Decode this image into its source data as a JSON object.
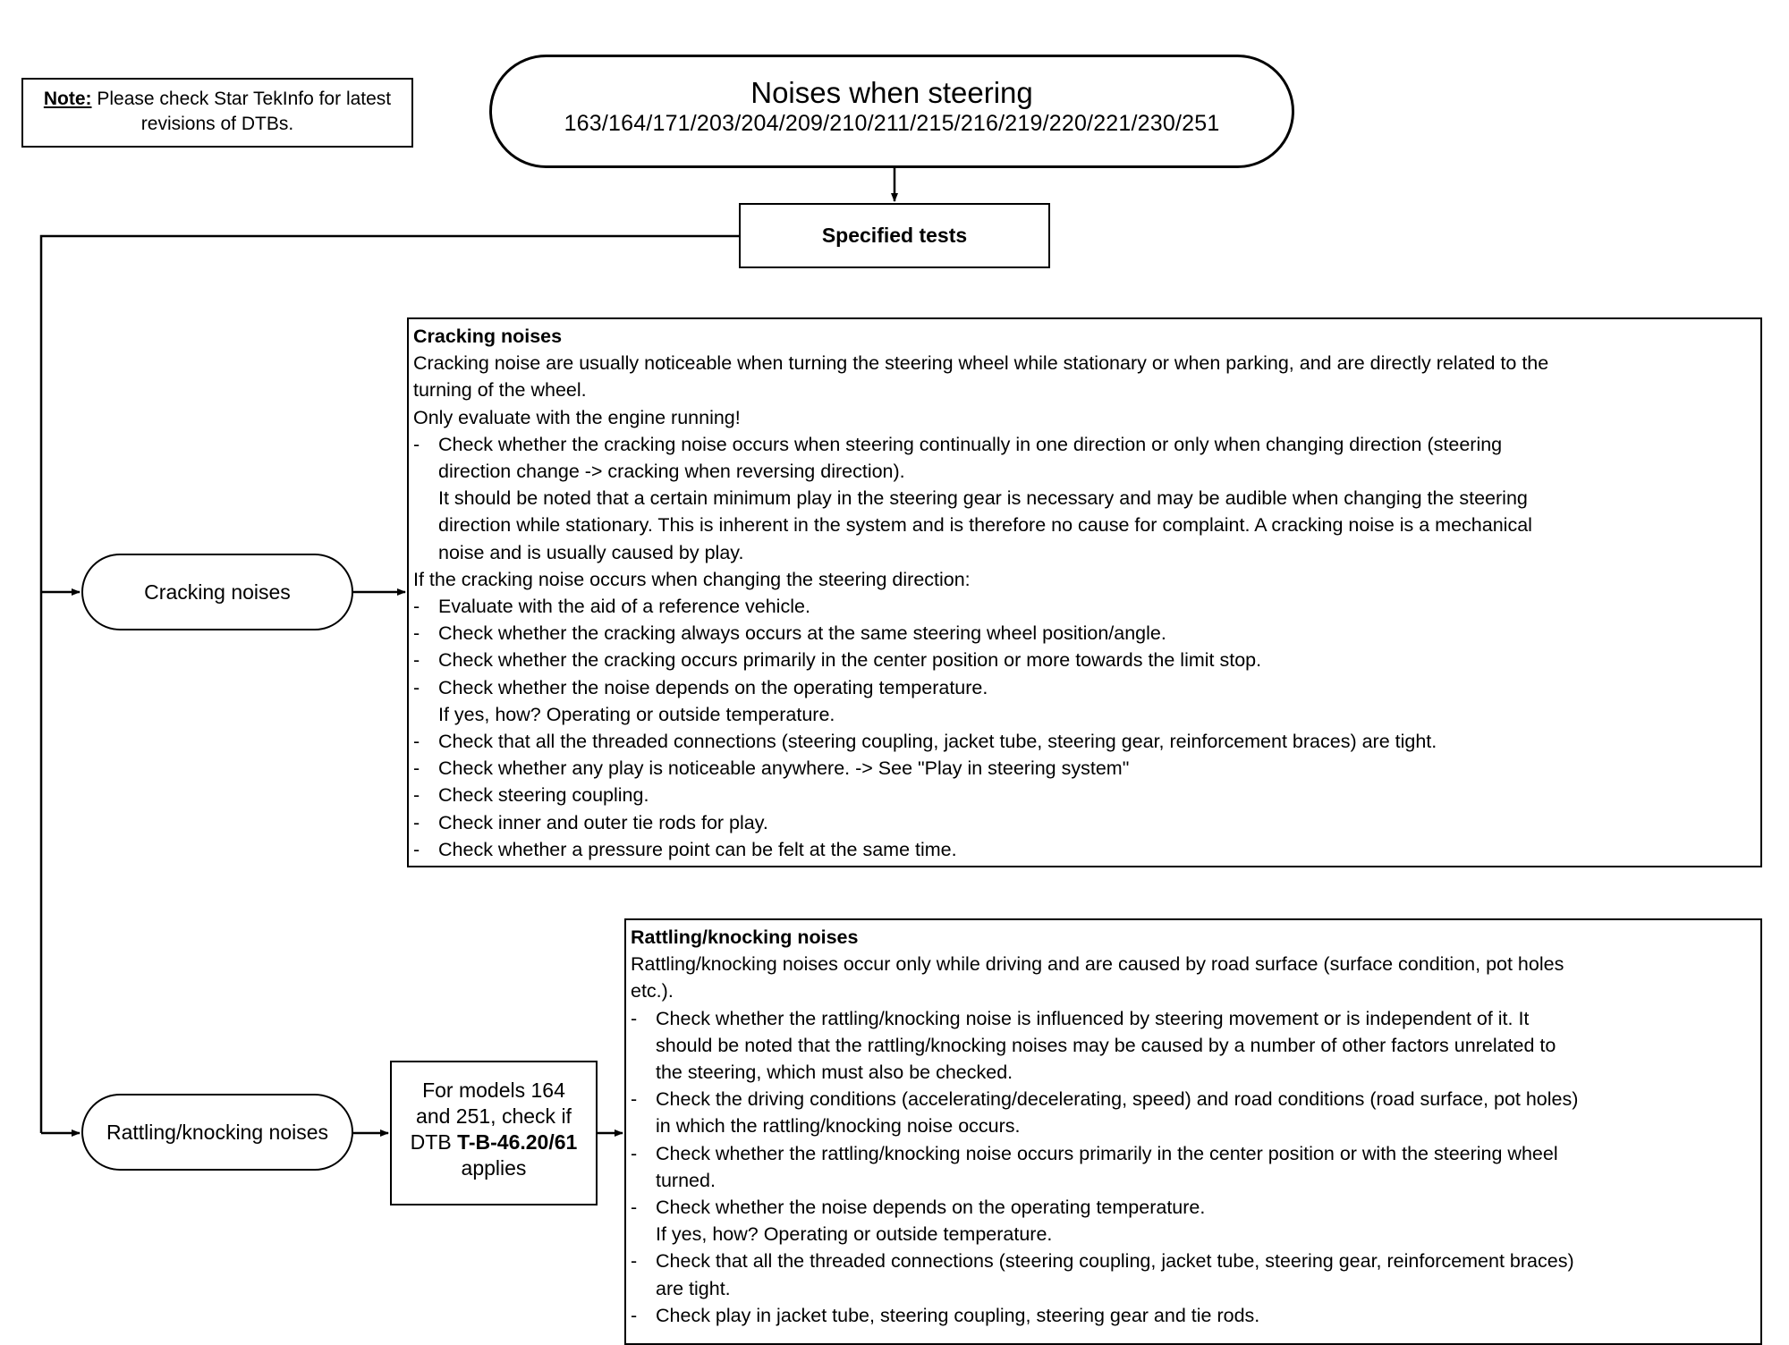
{
  "note": {
    "label": "Note:",
    "text": " Please check Star TekInfo for latest revisions of DTBs."
  },
  "title": {
    "main": "Noises when steering",
    "models": "163/164/171/203/204/209/210/211/215/216/219/220/221/230/251"
  },
  "specified_tests": "Specified tests",
  "branches": {
    "cracking": "Cracking noises",
    "rattling": "Rattling/knocking noises"
  },
  "models_box": {
    "line1": "For models 164",
    "line2": "and 251, check if",
    "prefix": "DTB ",
    "dtb": "T-B-46.20/61",
    "line4": "applies"
  },
  "cracking_panel": {
    "heading": "Cracking noises",
    "intro1": "Cracking noise are usually noticeable when turning the steering wheel while stationary or when parking, and are directly related to the",
    "intro2": "turning of the wheel.",
    "intro3": "Only evaluate with the engine running!",
    "b1a": "Check whether the cracking noise occurs when steering continually in one direction or only when changing direction (steering",
    "b1b": "direction change -> cracking when reversing direction).",
    "b1c": "It should be noted that a certain minimum play in the steering gear is necessary and may be audible when changing the steering",
    "b1d": "direction while stationary. This is inherent in the system and is therefore no cause for complaint. A cracking noise is a mechanical",
    "b1e": "noise and is usually caused by play.",
    "cond": "If the cracking noise occurs when changing the steering direction:",
    "b2": "Evaluate with the aid of a reference vehicle.",
    "b3": "Check whether the cracking always occurs at the same steering wheel position/angle.",
    "b4": "Check whether the cracking occurs primarily in the center position or more towards the limit stop.",
    "b5a": "Check whether the noise depends on the operating temperature.",
    "b5b": "If yes, how? Operating or outside temperature.",
    "b6": "Check that all the threaded connections (steering coupling, jacket tube, steering gear, reinforcement braces) are tight.",
    "b7": "Check whether any play is noticeable anywhere. -> See \"Play in steering system\"",
    "b8": "Check steering coupling.",
    "b9": "Check inner and outer tie rods for play.",
    "b10": "Check whether a pressure point can be felt at the same time."
  },
  "rattling_panel": {
    "heading": "Rattling/knocking noises",
    "intro1": "Rattling/knocking noises occur only while driving and are caused by road surface (surface condition, pot holes",
    "intro2": "etc.).",
    "b1a": "Check whether the rattling/knocking noise is influenced by steering movement or is independent of it. It",
    "b1b": "should be noted that the rattling/knocking noises may be caused by a number of other factors unrelated to",
    "b1c": "the steering, which must also be checked.",
    "b2a": "Check the driving conditions (accelerating/decelerating, speed) and road conditions (road surface, pot holes)",
    "b2b": "in which the rattling/knocking noise occurs.",
    "b3a": "Check whether the rattling/knocking noise occurs primarily in the center position or with the steering wheel",
    "b3b": "turned.",
    "b4a": "Check whether the noise depends on the operating temperature.",
    "b4b": "If yes, how? Operating or outside temperature.",
    "b5a": "Check that all the threaded connections (steering coupling, jacket tube, steering gear, reinforcement braces)",
    "b5b": "are tight.",
    "b6": "Check play in jacket tube, steering coupling, steering gear and tie rods."
  }
}
